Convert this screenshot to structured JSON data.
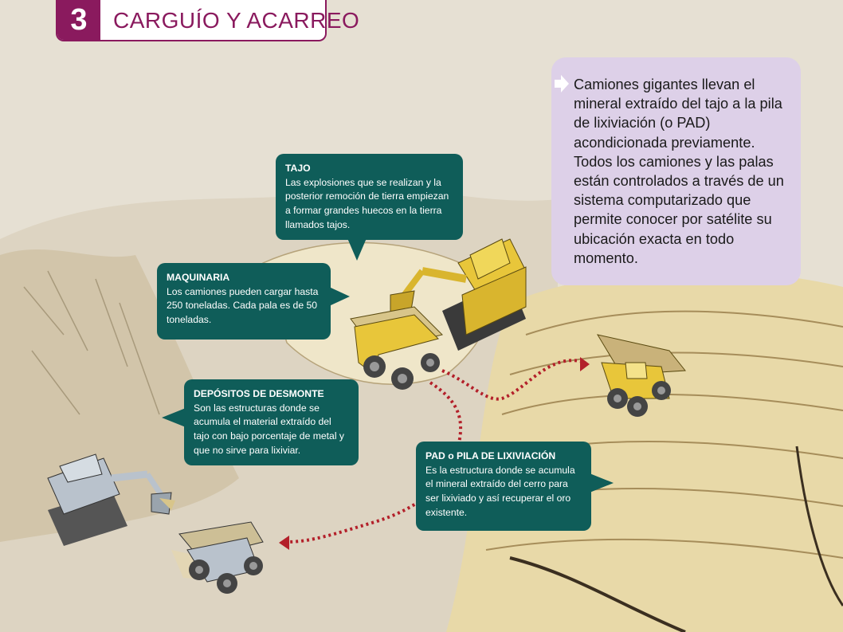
{
  "header": {
    "number": "3",
    "title": "CARGUÍO Y ACARREO"
  },
  "info_box": {
    "text": "Camiones gigantes llevan el mineral extraído del tajo a la pila de lixiviación (o PAD) acondicionada previamente. Todos los camiones y las palas están controlados a través de un sistema computarizado que permite conocer por satélite su ubicación exacta en todo momento."
  },
  "callouts": {
    "tajo": {
      "title": "TAJO",
      "text": "Las explosiones que se realizan y la posterior remoción de tierra empiezan a formar grandes huecos en la tierra llamados tajos."
    },
    "maquinaria": {
      "title": "MAQUINARIA",
      "text": "Los camiones pueden cargar hasta 250 toneladas. Cada pala es de 50 toneladas."
    },
    "desmonte": {
      "title": "DEPÓSITOS DE DESMONTE",
      "text": "Son las estructuras donde se acumula el material extraído del tajo con bajo porcentaje de metal y que no sirve para lixiviar."
    },
    "pad": {
      "title": "PAD o PILA DE LIXIVIACIÓN",
      "text": "Es la estructura donde se acumula el mineral extraído del cerro para ser lixiviado y así recuperar el oro existente."
    }
  },
  "colors": {
    "brand": "#8a1a5e",
    "callout_bg": "#0f5d59",
    "info_bg": "#ddd0e8",
    "route": "#b3202a",
    "machine_yellow": "#e8c63a",
    "machine_gray": "#b9c2cc"
  }
}
